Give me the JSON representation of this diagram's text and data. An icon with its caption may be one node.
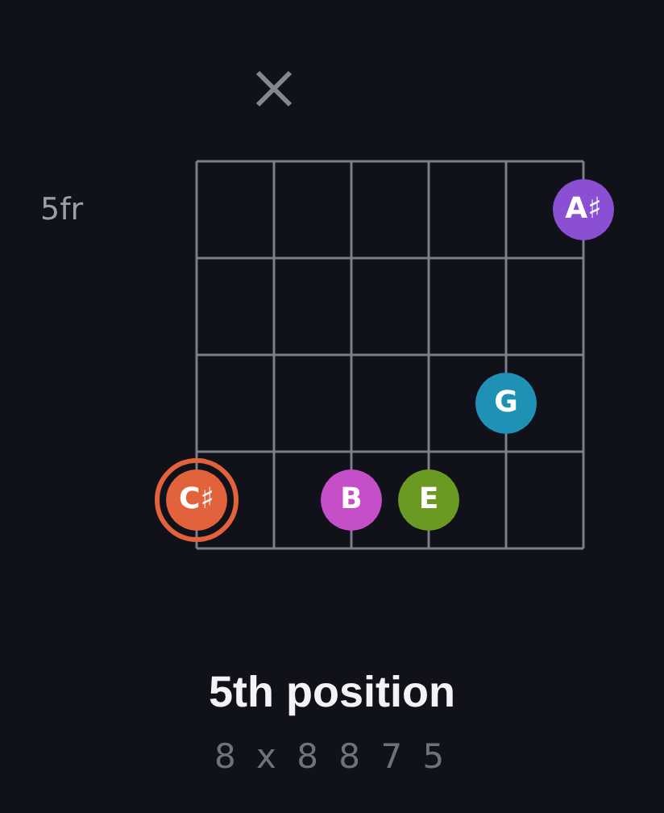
{
  "diagram": {
    "title": "5th position",
    "nodes": [
      {
        "text": [
          "A♯"
        ]
      },
      {
        "text": [
          "G"
        ]
      },
      {
        "text": [
          "C♯"
        ]
      },
      {
        "text": [
          "B"
        ]
      },
      {
        "text": [
          "E"
        ]
      }
    ],
    "labels": [
      "5fr",
      "8 x 8 8 7 5"
    ]
  }
}
